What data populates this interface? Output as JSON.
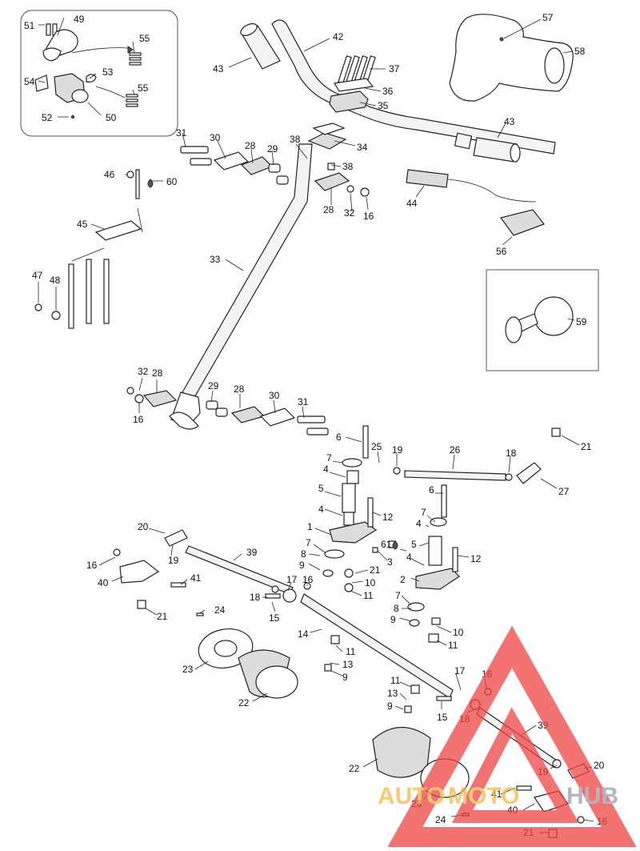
{
  "diagram": {
    "callouts": {
      "c51": "51",
      "c49": "49",
      "c55a": "55",
      "c54": "54",
      "c53": "53",
      "c55b": "55",
      "c52": "52",
      "c50": "50",
      "c42": "42",
      "c43a": "43",
      "c37": "37",
      "c36": "36",
      "c35": "35",
      "c57": "57",
      "c58": "58",
      "c31a": "31",
      "c30a": "30",
      "c28a": "28",
      "c29a": "29",
      "c38a": "38",
      "c34": "34",
      "c38b": "38",
      "c43b": "43",
      "c46": "46",
      "c60": "60",
      "c28b": "28",
      "c32a": "32",
      "c16a": "16",
      "c44": "44",
      "c45": "45",
      "c33": "33",
      "c56": "56",
      "c47": "47",
      "c48": "48",
      "c59": "59",
      "c32b": "32",
      "c28c": "28",
      "c29b": "29",
      "c28d": "28",
      "c30b": "30",
      "c31b": "31",
      "c16b": "16",
      "c6a": "6",
      "c25": "25",
      "c19a": "19",
      "c26": "26",
      "c18a": "18",
      "c21a": "21",
      "c27": "27",
      "c7a": "7",
      "c4a": "4",
      "c5a": "5",
      "c4b": "4",
      "c12a": "12",
      "c6b": "6",
      "c7b": "7",
      "c4c": "4",
      "c20a": "20",
      "c1": "1",
      "c61": "61",
      "c5b": "5",
      "c7c": "7",
      "c8a": "8",
      "c3": "3",
      "c4d": "4",
      "c12b": "12",
      "c16c": "16",
      "c19b": "19",
      "c39a": "39",
      "c9a": "9",
      "c21b": "21",
      "c40a": "40",
      "c10a": "10",
      "c41a": "41",
      "c17a": "17",
      "c16d": "16",
      "c11a": "11",
      "c2": "2",
      "c18b": "18",
      "c15a": "15",
      "c7d": "7",
      "c8b": "8",
      "c9b": "9",
      "c21c": "21",
      "c24a": "24",
      "c10b": "10",
      "c14": "14",
      "c11b": "11",
      "c23a": "23",
      "c11c": "11",
      "c13a": "13",
      "c9c": "9",
      "c22a": "22",
      "c17b": "17",
      "c16e": "16",
      "c11d": "11",
      "c13b": "13",
      "c9d": "9",
      "c15b": "15",
      "c18c": "18",
      "c39b": "39",
      "c22b": "22",
      "c20b": "20",
      "c19c": "19",
      "c23b": "23",
      "c41b": "41",
      "c40b": "40",
      "c24b": "24",
      "c16f": "16",
      "c21d": "21"
    },
    "icons": [
      "drop-icon",
      "exploded-parts-icon"
    ]
  },
  "watermark": {
    "brand_prefix": "AUTO",
    "brand_middle": "MOTO",
    "brand_suffix": "HUB",
    "colors": {
      "triangle": "#ef4444",
      "prefix": "#f5b942",
      "middle": "#f5b942",
      "suffix": "#9aa0a6"
    }
  }
}
